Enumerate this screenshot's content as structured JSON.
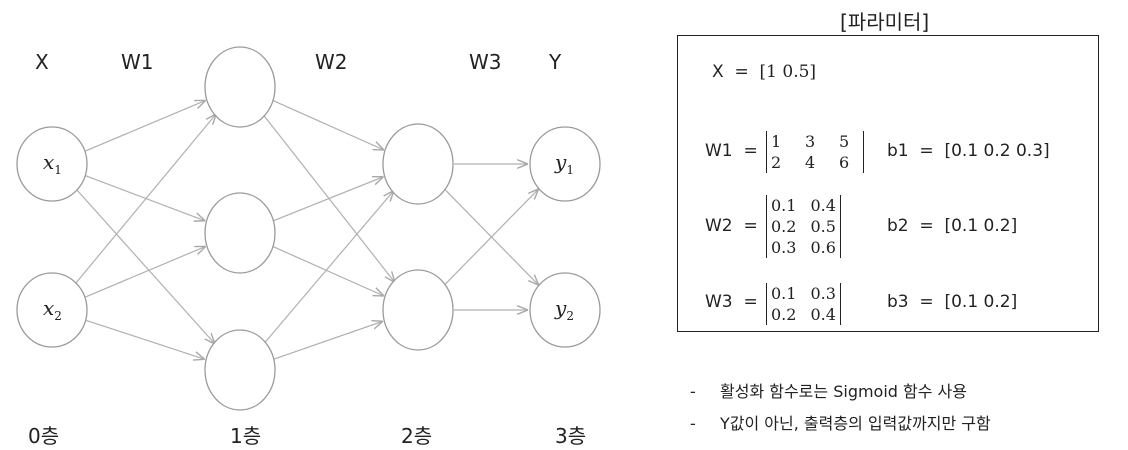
{
  "network": {
    "headers": {
      "x": "X",
      "w1": "W1",
      "w2": "W2",
      "w3": "W3",
      "y": "Y"
    },
    "inputs": [
      "x",
      "x"
    ],
    "input_subs": [
      "1",
      "2"
    ],
    "outputs": [
      "y",
      "y"
    ],
    "output_subs": [
      "1",
      "2"
    ],
    "layers": [
      "0층",
      "1층",
      "2층",
      "3층"
    ]
  },
  "params": {
    "title": "[파라미터]",
    "x_label": "X",
    "x_value": "[1   0.5]",
    "w1_label": "W1",
    "w1_rows": [
      [
        "1",
        "3",
        "5"
      ],
      [
        "2",
        "4",
        "6"
      ]
    ],
    "b1_label": "b1",
    "b1_value": "[0.1   0.2   0.3]",
    "w2_label": "W2",
    "w2_rows": [
      [
        "0.1",
        "0.4"
      ],
      [
        "0.2",
        "0.5"
      ],
      [
        "0.3",
        "0.6"
      ]
    ],
    "b2_label": "b2",
    "b2_value": "[0.1   0.2]",
    "w3_label": "W3",
    "w3_rows": [
      [
        "0.1",
        "0.3"
      ],
      [
        "0.2",
        "0.4"
      ]
    ],
    "b3_label": "b3",
    "b3_value": "[0.1   0.2]",
    "equals": "="
  },
  "notes": [
    {
      "dash": "-",
      "text": "활성화 함수로는 Sigmoid 함수 사용"
    },
    {
      "dash": "-",
      "text": "Y값이 아닌, 출력층의 입력값까지만 구함"
    }
  ],
  "colors": {
    "node_stroke": "#9a9a9a",
    "edge": "#b0b0b0",
    "arrow": "#b0b0b0"
  }
}
